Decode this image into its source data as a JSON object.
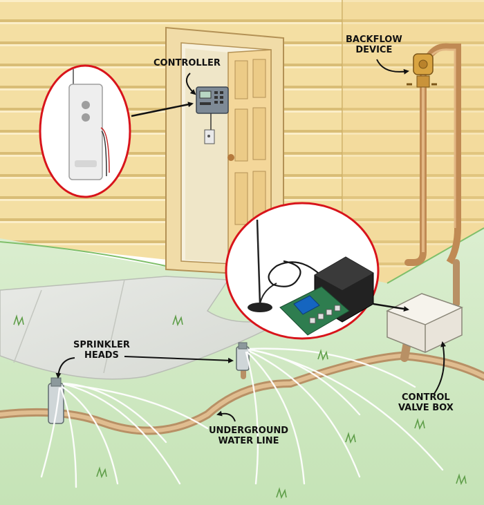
{
  "labels": {
    "controller": "CONTROLLER",
    "backflow_line1": "BACKFLOW",
    "backflow_line2": "DEVICE",
    "sprinkler_line1": "SPRINKLER",
    "sprinkler_line2": "HEADS",
    "valvebox_line1": "CONTROL",
    "valvebox_line2": "VALVE BOX",
    "waterline_line1": "UNDERGROUND",
    "waterline_line2": "WATER LINE"
  },
  "colors": {
    "siding": "#f4dfa3",
    "siding_line": "#c9ac62",
    "grass": "#cfe8c2",
    "sidewalk": "#e2e4e0",
    "pipe": "#d9b282",
    "highlight_circle": "#d8141b",
    "water_spray": "#ffffff",
    "relay_board": "#2e7d4f",
    "relay": "#1565c0"
  },
  "icons": [
    "remote-transmitter-icon",
    "controller-panel-icon",
    "backflow-valve-icon",
    "relay-receiver-icon",
    "antenna-icon",
    "power-adapter-icon",
    "sprinkler-head-icon",
    "valve-box-icon"
  ]
}
